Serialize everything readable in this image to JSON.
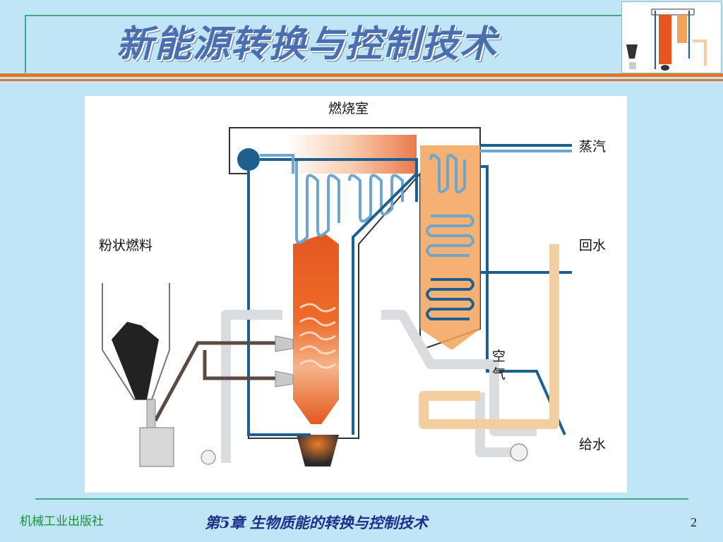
{
  "header": {
    "title": "新能源转换与控制技术"
  },
  "diagram": {
    "labels": {
      "combustion_chamber": "燃烧室",
      "steam": "蒸汽",
      "return_water": "回水",
      "pulverized_fuel": "粉状燃料",
      "air_1": "空",
      "air_2": "气",
      "feed_water": "给水"
    },
    "colors": {
      "flame": "#e4581f",
      "water_pipe": "#1f5f8f",
      "air_duct": "#d9dde0",
      "hot_air": "#f3cfa0"
    }
  },
  "footer": {
    "publisher": "机械工业出版社",
    "chapter": "第5章  生物质能的转换与控制技术",
    "page": "2"
  }
}
